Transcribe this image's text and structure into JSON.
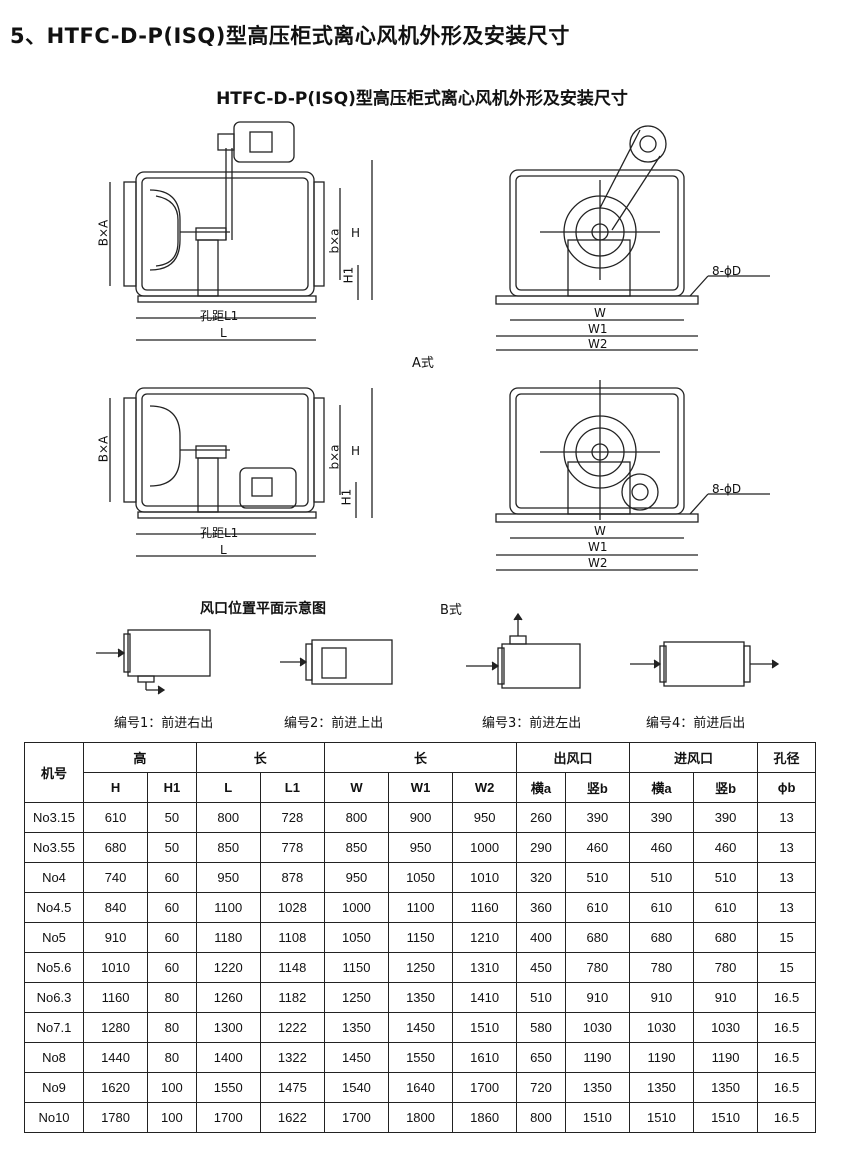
{
  "heading": "5、HTFC-D-P(ISQ)型高压柜式离心风机外形及安装尺寸",
  "drawing_title": "HTFC-D-P(ISQ)型高压柜式离心风机外形及安装尺寸",
  "labels": {
    "BxA": "B×A",
    "bxa": "b×a",
    "H": "H",
    "H1": "H1",
    "L1": "孔距L1",
    "L": "L",
    "W": "W",
    "W1": "W1",
    "W2": "W2",
    "hole": "8-ϕD",
    "style_a": "A式",
    "style_b": "B式",
    "outlet_plan_title": "风口位置平面示意图"
  },
  "outlet_captions": [
    "编号1：前进右出",
    "编号2：前进上出",
    "编号3：前进左出",
    "编号4：前进后出"
  ],
  "table": {
    "col_model": "机号",
    "groups": [
      {
        "label": "高",
        "cols": [
          "H",
          "H1"
        ]
      },
      {
        "label": "长",
        "cols": [
          "L",
          "L1"
        ]
      },
      {
        "label": "长",
        "cols": [
          "W",
          "W1",
          "W2"
        ]
      },
      {
        "label": "出风口",
        "cols": [
          "横a",
          "竖b"
        ]
      },
      {
        "label": "进风口",
        "cols": [
          "横a",
          "竖b"
        ]
      },
      {
        "label": "孔径",
        "cols": [
          "ϕb"
        ]
      }
    ],
    "rows": [
      [
        "No3.15",
        "610",
        "50",
        "800",
        "728",
        "800",
        "900",
        "950",
        "260",
        "390",
        "390",
        "390",
        "13"
      ],
      [
        "No3.55",
        "680",
        "50",
        "850",
        "778",
        "850",
        "950",
        "1000",
        "290",
        "460",
        "460",
        "460",
        "13"
      ],
      [
        "No4",
        "740",
        "60",
        "950",
        "878",
        "950",
        "1050",
        "1010",
        "320",
        "510",
        "510",
        "510",
        "13"
      ],
      [
        "No4.5",
        "840",
        "60",
        "1100",
        "1028",
        "1000",
        "1100",
        "1160",
        "360",
        "610",
        "610",
        "610",
        "13"
      ],
      [
        "No5",
        "910",
        "60",
        "1180",
        "1108",
        "1050",
        "1150",
        "1210",
        "400",
        "680",
        "680",
        "680",
        "15"
      ],
      [
        "No5.6",
        "1010",
        "60",
        "1220",
        "1148",
        "1150",
        "1250",
        "1310",
        "450",
        "780",
        "780",
        "780",
        "15"
      ],
      [
        "No6.3",
        "1160",
        "80",
        "1260",
        "1182",
        "1250",
        "1350",
        "1410",
        "510",
        "910",
        "910",
        "910",
        "16.5"
      ],
      [
        "No7.1",
        "1280",
        "80",
        "1300",
        "1222",
        "1350",
        "1450",
        "1510",
        "580",
        "1030",
        "1030",
        "1030",
        "16.5"
      ],
      [
        "No8",
        "1440",
        "80",
        "1400",
        "1322",
        "1450",
        "1550",
        "1610",
        "650",
        "1190",
        "1190",
        "1190",
        "16.5"
      ],
      [
        "No9",
        "1620",
        "100",
        "1550",
        "1475",
        "1540",
        "1640",
        "1700",
        "720",
        "1350",
        "1350",
        "1350",
        "16.5"
      ],
      [
        "No10",
        "1780",
        "100",
        "1700",
        "1622",
        "1700",
        "1800",
        "1860",
        "800",
        "1510",
        "1510",
        "1510",
        "16.5"
      ]
    ]
  }
}
